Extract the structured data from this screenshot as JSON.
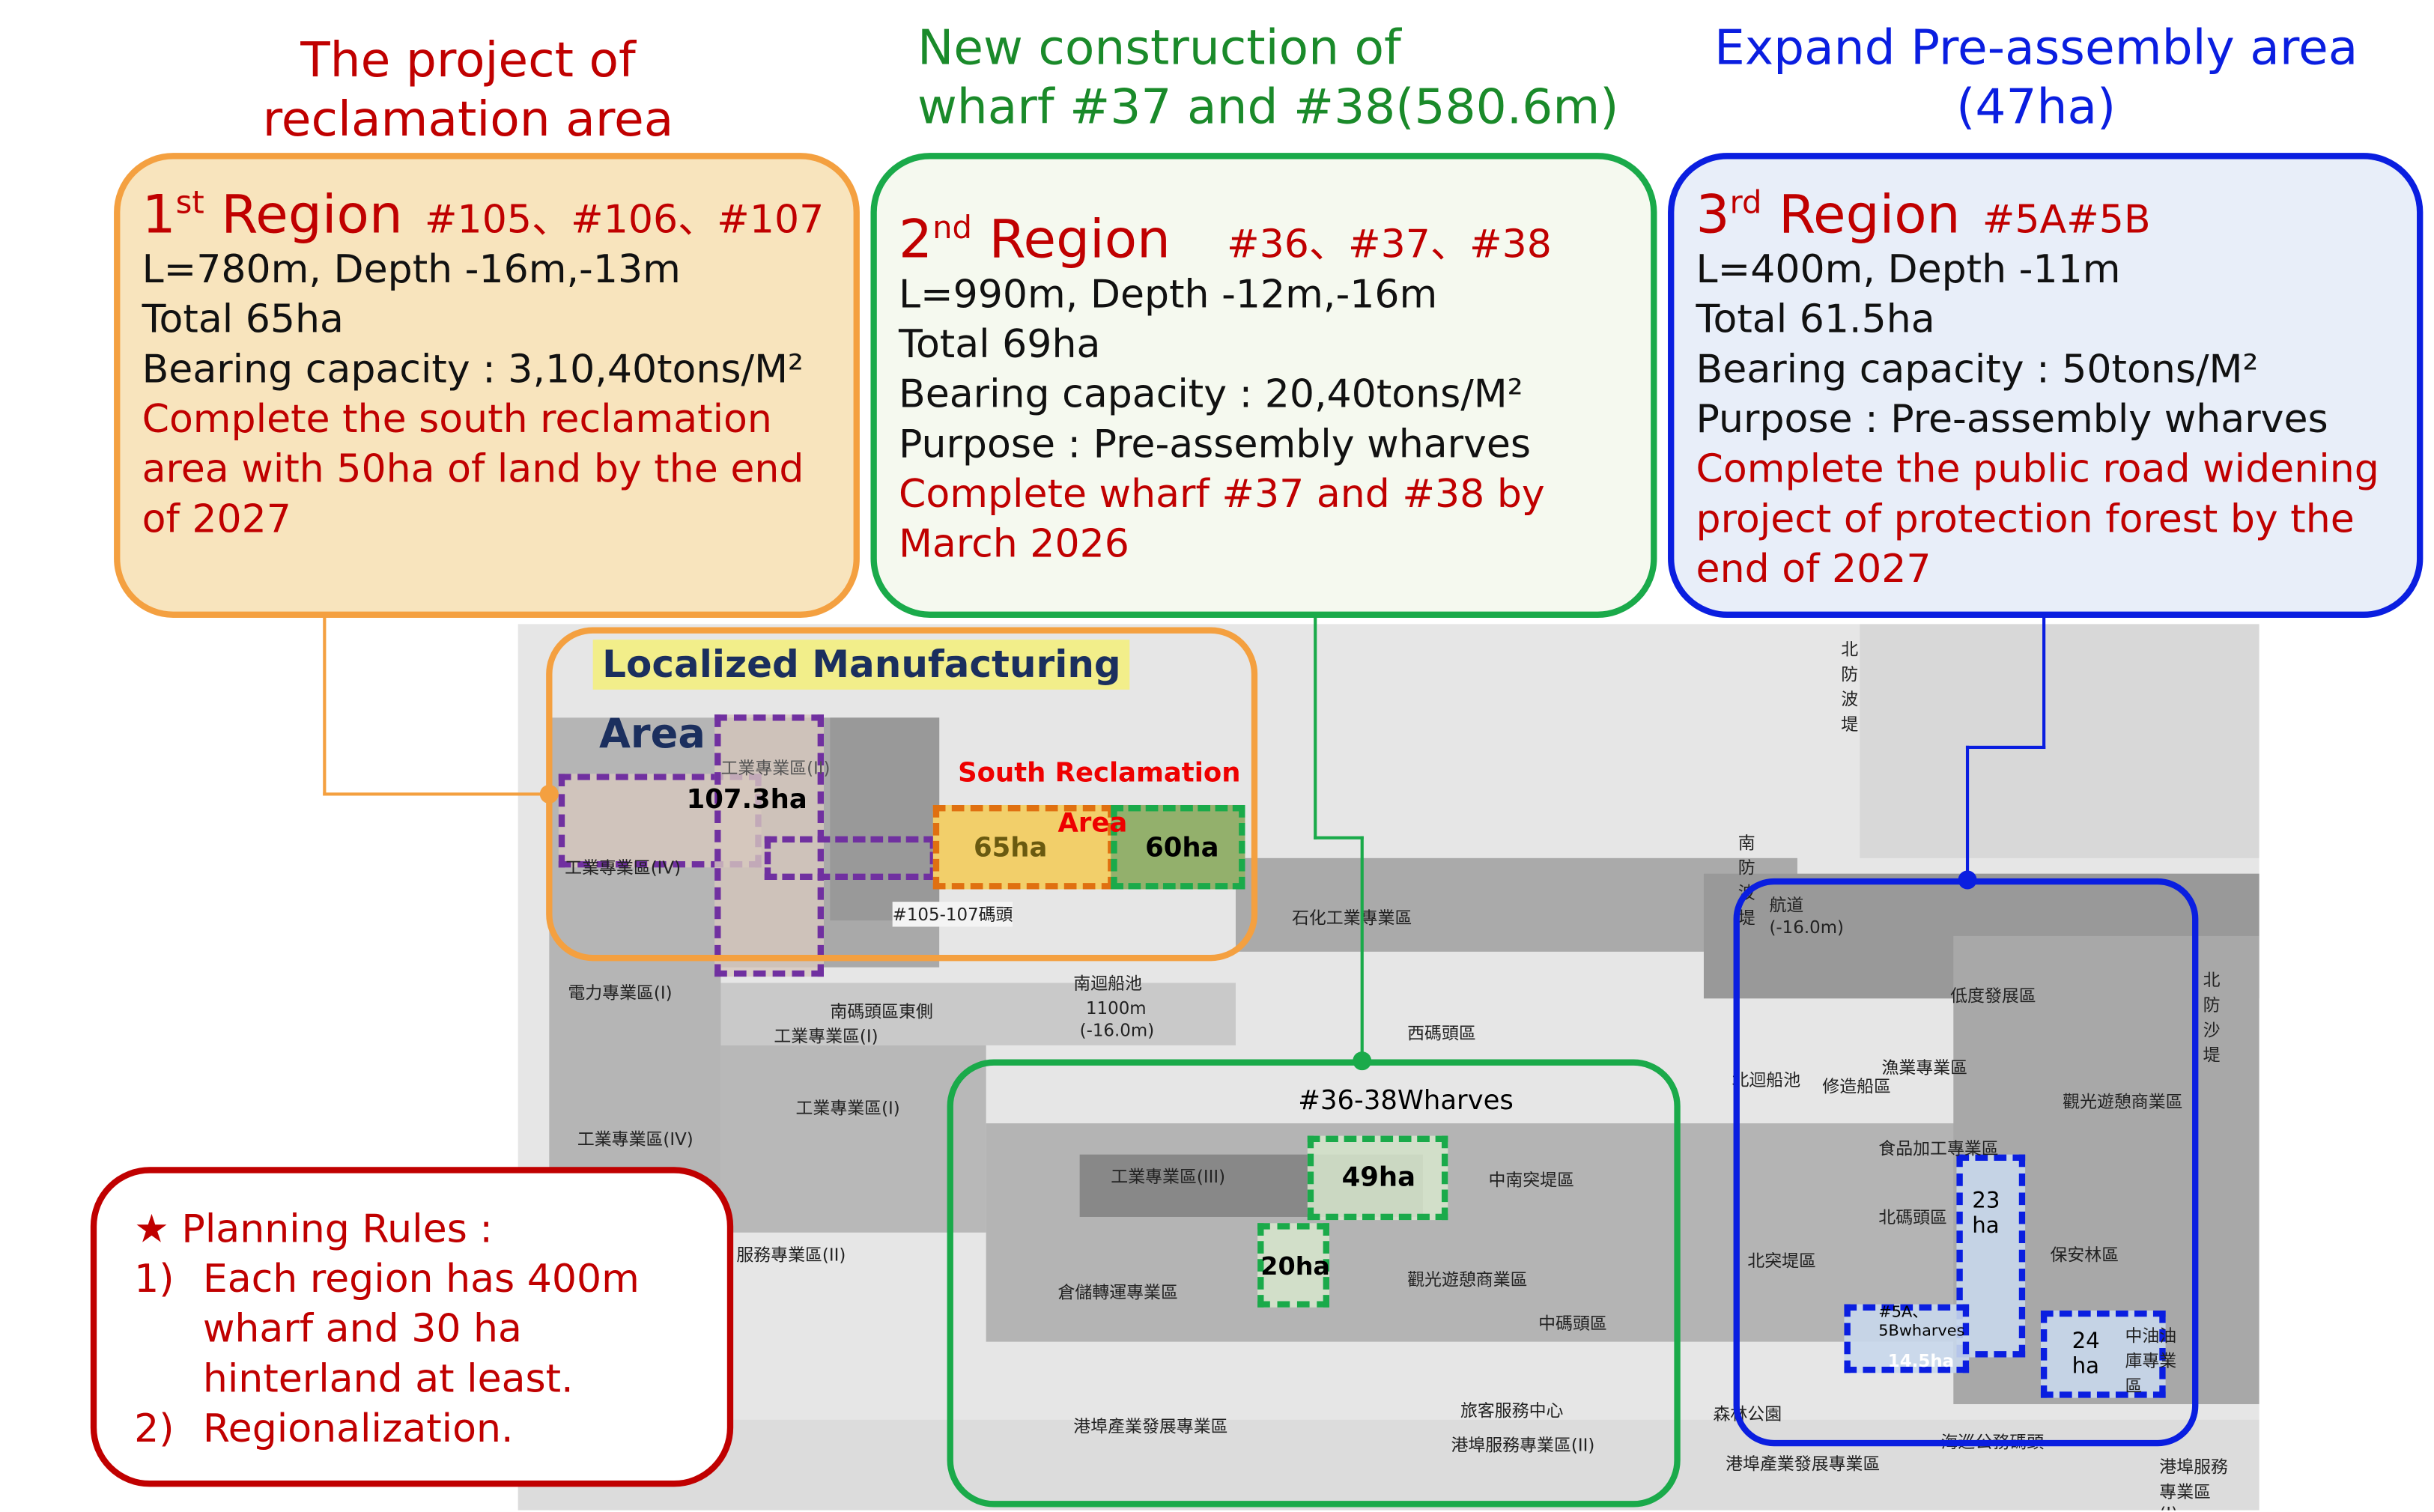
{
  "titles": {
    "r1": [
      "The project of",
      "reclamation area"
    ],
    "r2": [
      "New construction of",
      "wharf #37 and #38(580.6m)"
    ],
    "r3": [
      "Expand Pre-assembly area",
      "(47ha)"
    ]
  },
  "regions": [
    {
      "num": "1",
      "sup": "st",
      "word": "Region",
      "wharves": "#105、#106、#107",
      "lines": [
        "L=780m, Depth -16m,-13m",
        "Total 65ha",
        "Bearing capacity : 3,10,40tons/M²"
      ],
      "note": "Complete the south reclamation area with 50ha of land by the end of 2027",
      "color": "#f4a040"
    },
    {
      "num": "2",
      "sup": "nd",
      "word": "Region",
      "wharves": "#36、#37、#38",
      "lines": [
        "L=990m, Depth -12m,-16m",
        "Total 69ha",
        "Bearing capacity : 20,40tons/M²",
        "Purpose : Pre-assembly wharves"
      ],
      "note": "Complete wharf #37 and #38 by March 2026",
      "color": "#1aaa4a"
    },
    {
      "num": "3",
      "sup": "rd",
      "word": "Region",
      "wharves": "#5A#5B",
      "lines": [
        "L=400m, Depth -11m",
        "Total 61.5ha",
        "Bearing capacity : 50tons/M²",
        "Purpose : Pre-assembly wharves"
      ],
      "note": "Complete the public road widening project of protection forest by the end of 2027",
      "color": "#0a1ee0"
    }
  ],
  "map": {
    "localized": "Localized Manufacturing",
    "area": "Area",
    "south_reclamation": "South Reclamation",
    "south_area": "Area",
    "ha_107": "107.3ha",
    "ha_65": "65ha",
    "ha_60": "60ha",
    "wharf_105": "#105-107碼頭",
    "wharves_36": "#36-38Wharves",
    "ha_49": "49ha",
    "ha_20": "20ha",
    "ha_23": "23\nha",
    "ha_24": "24\nha",
    "wharf_5a": "#5A、5Bwharves",
    "ha_14": "14.5ha",
    "zh_labels": [
      "工業專業區(IV)",
      "電力專業區(I)",
      "工業專業區(I)",
      "工業專業區(IV)",
      "南碼頭區東側",
      "工業專業區(I)",
      "南迴船池",
      "1100m",
      "(-16.0m)",
      "石化工業專業區",
      "西碼頭區",
      "工業專業區(III)",
      "倉儲轉運專業區",
      "中南突堤區",
      "觀光遊憩商業區",
      "中碼頭區",
      "港埠產業發展專業區",
      "旅客服務中心",
      "港埠服務專業區(II)",
      "北迴船池",
      "修造船區",
      "漁業專業區",
      "低度發展區",
      "觀光遊憩商業區",
      "食品加工專業區",
      "北碼頭區",
      "北突堤區",
      "保安林區",
      "中油油庫專業區",
      "森林公園",
      "港埠產業發展專業區",
      "海巡公務碼頭",
      "港埠服務專業區(I)",
      "航道(-16.0m)",
      "北防波堤",
      "北防沙堤",
      "南防波堤",
      "服務專業區(II)",
      "工業專業區(II)"
    ]
  },
  "rules": {
    "heading": "★ Planning Rules :",
    "items": [
      {
        "n": "1)",
        "text": "Each region has 400m wharf and 30 ha hinterland at least."
      },
      {
        "n": "2)",
        "text": "Regionalization."
      }
    ]
  }
}
